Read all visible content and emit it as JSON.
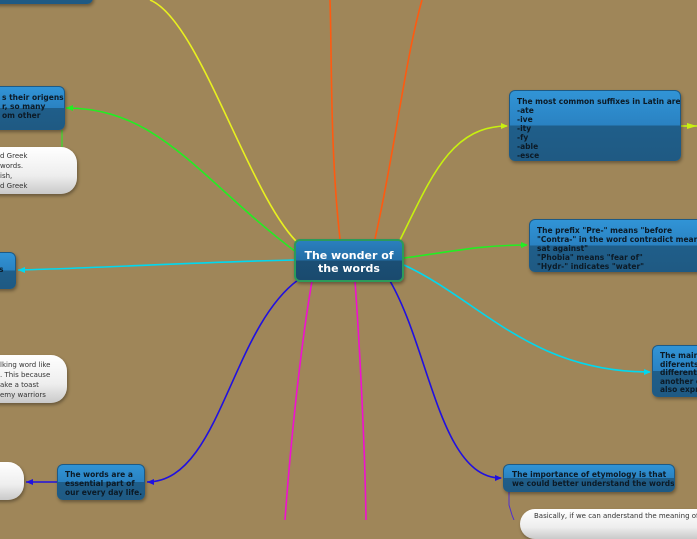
{
  "center": {
    "title": "The  wonder of the words"
  },
  "nodes": {
    "left_origins": [
      "s their origens",
      "r, so many",
      "om other"
    ],
    "left_s": [
      "s"
    ],
    "words_essential": [
      "The words are a",
      "essential part of",
      "our every day life."
    ],
    "suffixes": [
      "The most common suffixes in Latin are:",
      "-ate",
      "-ive",
      "-ity",
      "-fy",
      "-able",
      "-esce"
    ],
    "prefixes": [
      "The prefix \"Pre-\" means \"before",
      "\"Contra-\" in the word contradict means \"",
      "sat against\"",
      "\"Phobia\" means \"fear of\"",
      "\"Hydr-\" indicates \"water\""
    ],
    "main_differents": [
      "The main",
      "diferents",
      "differents",
      "another o",
      "also expre"
    ],
    "etymology": [
      "The importance of etymology is that",
      "we could better understand the words."
    ]
  },
  "notes": {
    "greek": [
      "d Greek",
      "words.",
      "ish,",
      "d Greek"
    ],
    "viking": [
      "lking word like",
      ". This because",
      "ake a toast",
      "emy warriors"
    ],
    "empty": [],
    "basically": [
      "Basically, if we can anderstand the meaning of"
    ]
  },
  "colors": {
    "background": "#9f8659",
    "node": "#2a82c2",
    "yellow": "#e8f020",
    "green": "#22ee22",
    "cyan": "#00d8f0",
    "blue": "#2010e0",
    "magenta": "#f010d0",
    "orange": "#ff5a10",
    "lime": "#c8f010"
  }
}
